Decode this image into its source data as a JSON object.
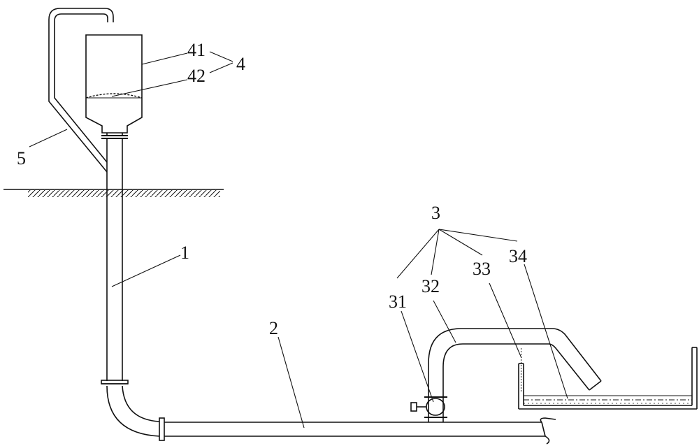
{
  "labels": {
    "vertical_pipe": "1",
    "horizontal_pipe": "2",
    "outlet_group": "3",
    "valve": "31",
    "outlet_bend": "32",
    "tank_wall": "33",
    "tank_liquid": "34",
    "hopper_group": "4",
    "hopper_body": "41",
    "hopper_material": "42",
    "vent_pipe": "5"
  }
}
